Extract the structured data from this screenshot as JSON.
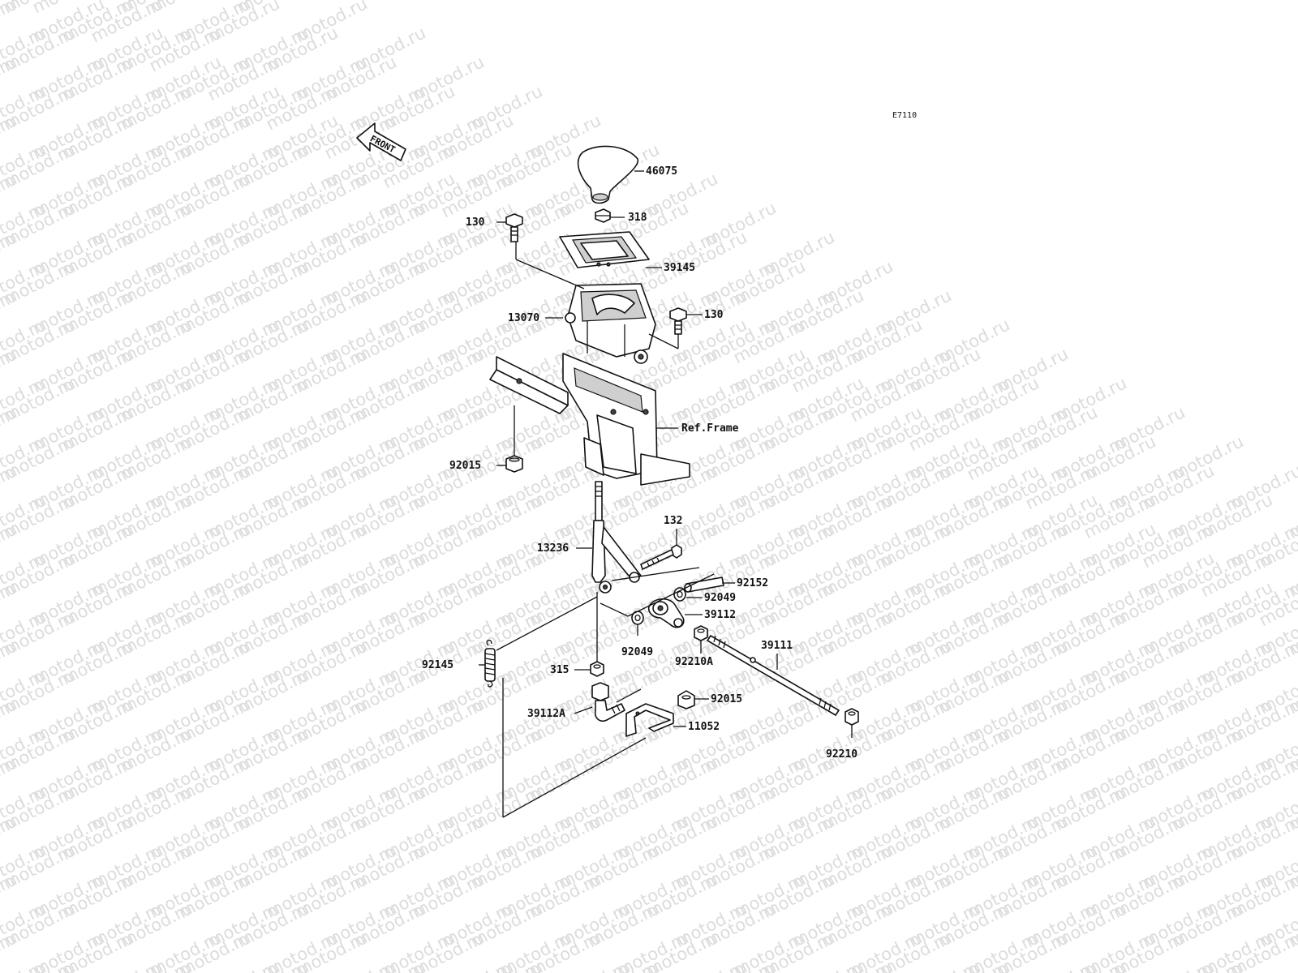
{
  "diagram_code": "E7110",
  "front_marker": "FRONT",
  "watermark_text": "motod.ru",
  "frame_ref_label": "Ref.Frame",
  "parts": [
    {
      "id": "p46075",
      "number": "46075"
    },
    {
      "id": "p318",
      "number": "318"
    },
    {
      "id": "p130a",
      "number": "130"
    },
    {
      "id": "p39145",
      "number": "39145"
    },
    {
      "id": "p130b",
      "number": "130"
    },
    {
      "id": "p13070",
      "number": "13070"
    },
    {
      "id": "p92015a",
      "number": "92015"
    },
    {
      "id": "p132",
      "number": "132"
    },
    {
      "id": "p13236",
      "number": "13236"
    },
    {
      "id": "p92152",
      "number": "92152"
    },
    {
      "id": "p92049a",
      "number": "92049"
    },
    {
      "id": "p39112",
      "number": "39112"
    },
    {
      "id": "p92049b",
      "number": "92049"
    },
    {
      "id": "p92210A",
      "number": "92210A"
    },
    {
      "id": "p39111",
      "number": "39111"
    },
    {
      "id": "p92145",
      "number": "92145"
    },
    {
      "id": "p315",
      "number": "315"
    },
    {
      "id": "p39112A",
      "number": "39112A"
    },
    {
      "id": "p92015b",
      "number": "92015"
    },
    {
      "id": "p11052",
      "number": "11052"
    },
    {
      "id": "p92210",
      "number": "92210"
    }
  ]
}
